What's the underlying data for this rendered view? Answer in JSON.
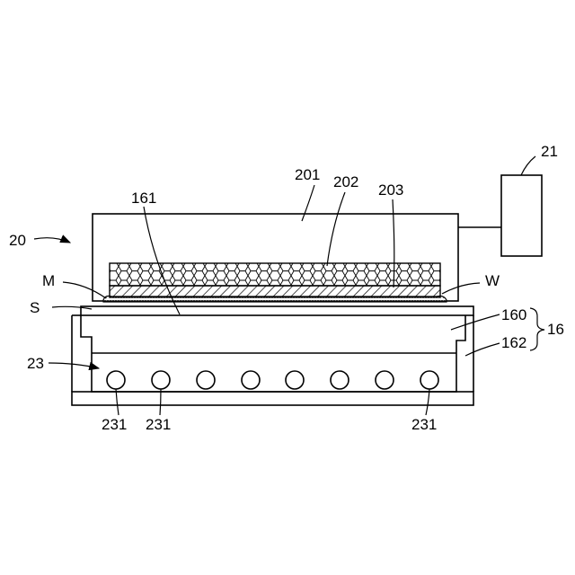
{
  "labels": {
    "apparatus": "20",
    "controller": "21",
    "heater_block": "201",
    "porous_member": "202",
    "contact_face": "203",
    "stage_surface": "161",
    "medium_m": "M",
    "workpiece_w": "W",
    "substrate_s": "S",
    "stage_plate": "160",
    "stage_group": "16",
    "stage_frame": "162",
    "heater_array": "23",
    "heater_left_1": "231",
    "heater_left_2": "231",
    "heater_right": "231"
  },
  "heater_count": 8,
  "colors": {
    "line": "#000000",
    "background": "#ffffff",
    "hatch": "#000000",
    "dotted_layer": "#888888"
  }
}
